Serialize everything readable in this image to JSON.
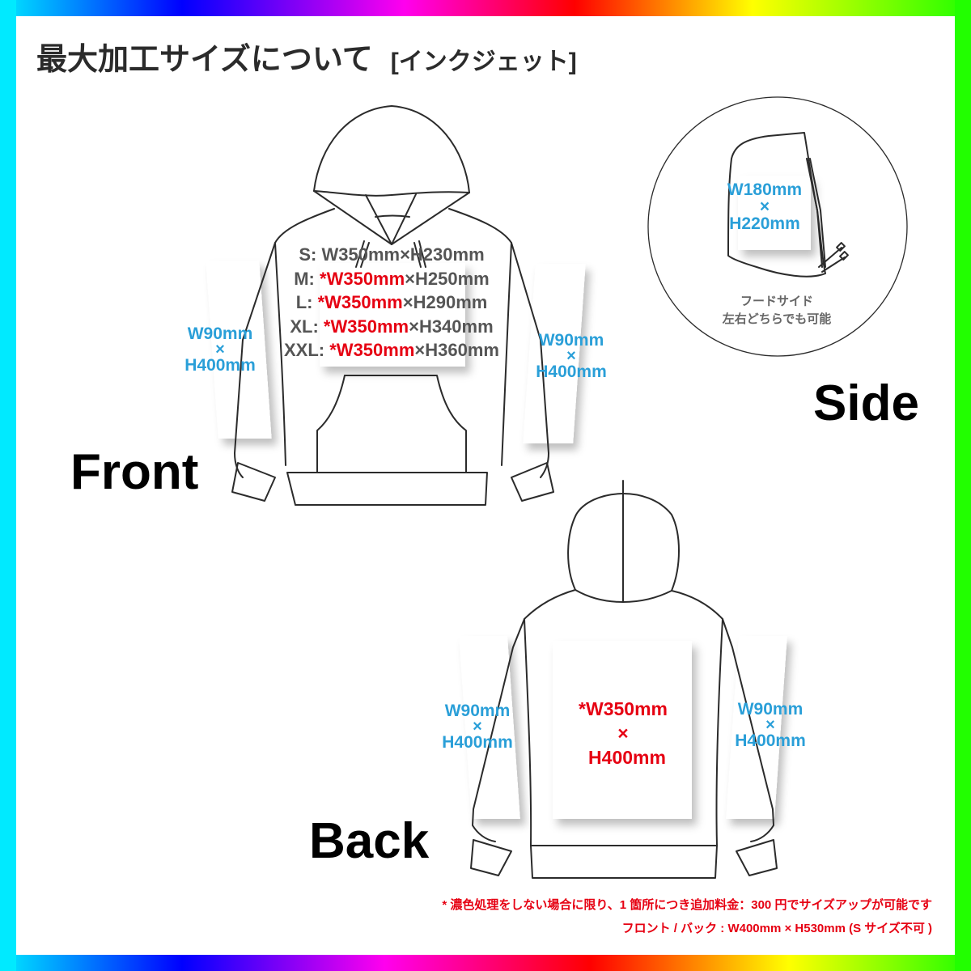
{
  "title": {
    "main": "最大加工サイズについて",
    "sub": "[インクジェット]"
  },
  "colors": {
    "title_text": "#2b2b2b",
    "sleeve_label": "#2a9fd8",
    "upsize_red": "#e60012",
    "size_grey": "#555555",
    "frame_gradient": [
      "#00eaff",
      "#0000ff",
      "#ff00ee",
      "#ff0000",
      "#ffff00",
      "#22ff00"
    ]
  },
  "front": {
    "label": "Front",
    "left_sleeve": {
      "w": "W90mm",
      "x": "×",
      "h": "H400mm"
    },
    "right_sleeve": {
      "w": "W90mm",
      "x": "×",
      "h": "H400mm"
    },
    "sizes": [
      {
        "size": "S:",
        "w": "W350mm",
        "sep": "×",
        "h": "H230mm",
        "upsizable": false
      },
      {
        "size": "M:",
        "w": "*W350mm",
        "sep": "×",
        "h": "H250mm",
        "upsizable": true
      },
      {
        "size": "L:",
        "w": "*W350mm",
        "sep": "×",
        "h": "H290mm",
        "upsizable": true
      },
      {
        "size": "XL:",
        "w": "*W350mm",
        "sep": "×",
        "h": "H340mm",
        "upsizable": true
      },
      {
        "size": "XXL:",
        "w": "*W350mm",
        "sep": "×",
        "h": "H360mm",
        "upsizable": true
      }
    ]
  },
  "side": {
    "label": "Side",
    "area": {
      "w": "W180mm",
      "x": "×",
      "h": "H220mm"
    },
    "note_line1": "フードサイド",
    "note_line2": "左右どちらでも可能"
  },
  "back": {
    "label": "Back",
    "center": {
      "w": "*W350mm",
      "x": "×",
      "h": "H400mm"
    },
    "left_sleeve": {
      "w": "W90mm",
      "x": "×",
      "h": "H400mm"
    },
    "right_sleeve": {
      "w": "W90mm",
      "x": "×",
      "h": "H400mm"
    }
  },
  "footnote": {
    "line1": "* 濃色処理をしない場合に限り、1 箇所につき追加料金：300 円でサイズアップが可能です",
    "line2": "フロント / バック : W400mm × H530mm (S サイズ不可 )"
  }
}
